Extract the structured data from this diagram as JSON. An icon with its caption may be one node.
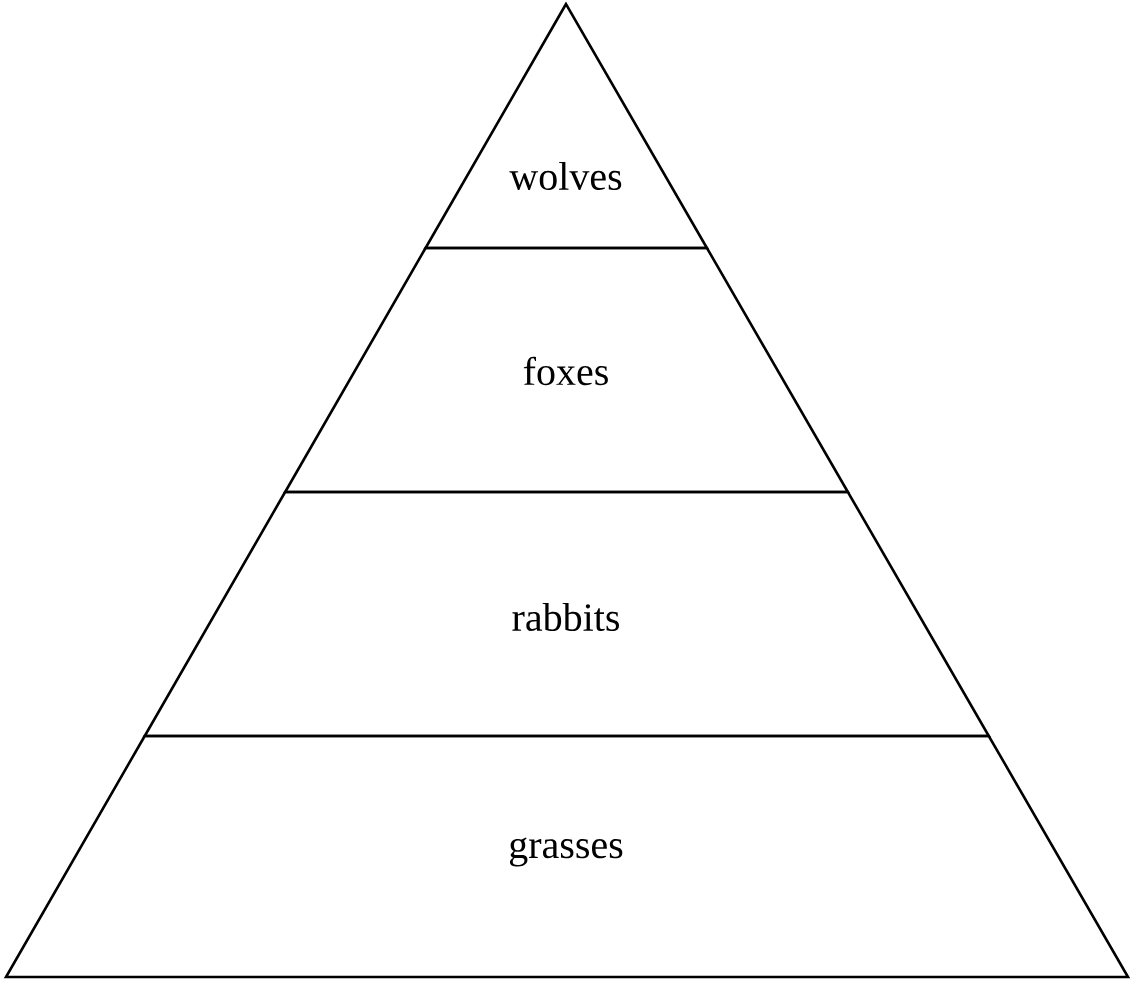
{
  "diagram": {
    "nodes": [
      {
        "text": [
          "wolves"
        ]
      },
      {
        "text": [
          "foxes"
        ]
      },
      {
        "text": [
          "rabbits"
        ]
      },
      {
        "text": [
          "grasses"
        ]
      }
    ]
  }
}
